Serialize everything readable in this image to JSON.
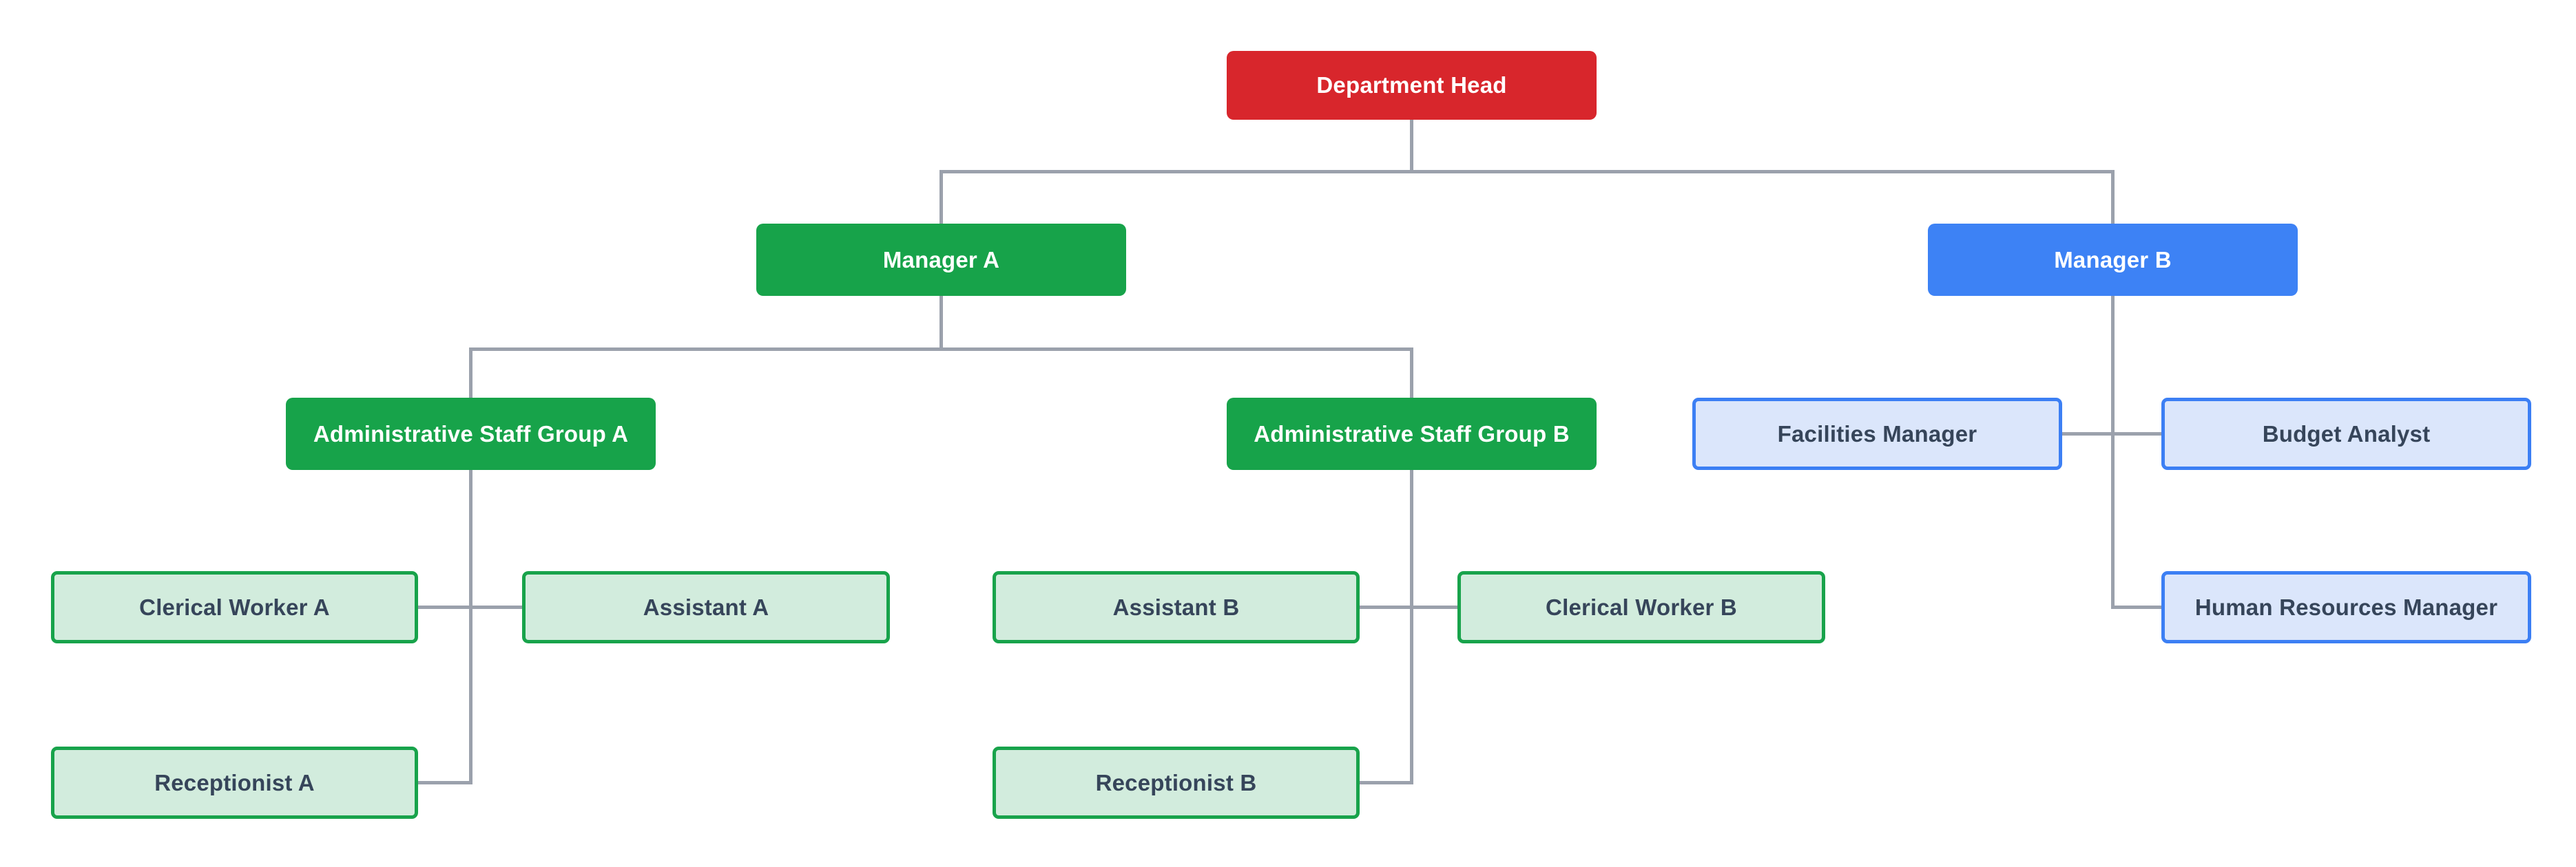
{
  "org_chart": {
    "nodes": [
      {
        "id": "department-head",
        "label": "Department Head",
        "variant": "solid-red"
      },
      {
        "id": "manager-a",
        "label": "Manager A",
        "variant": "solid-green"
      },
      {
        "id": "manager-b",
        "label": "Manager B",
        "variant": "solid-blue"
      },
      {
        "id": "admin-staff-group-a",
        "label": "Administrative Staff Group A",
        "variant": "solid-green"
      },
      {
        "id": "admin-staff-group-b",
        "label": "Administrative Staff Group B",
        "variant": "solid-green"
      },
      {
        "id": "facilities-manager",
        "label": "Facilities Manager",
        "variant": "light-blue"
      },
      {
        "id": "budget-analyst",
        "label": "Budget Analyst",
        "variant": "light-blue"
      },
      {
        "id": "clerical-worker-a",
        "label": "Clerical Worker A",
        "variant": "light-green"
      },
      {
        "id": "assistant-a",
        "label": "Assistant A",
        "variant": "light-green"
      },
      {
        "id": "assistant-b",
        "label": "Assistant B",
        "variant": "light-green"
      },
      {
        "id": "clerical-worker-b",
        "label": "Clerical Worker B",
        "variant": "light-green"
      },
      {
        "id": "human-resources-manager",
        "label": "Human Resources Manager",
        "variant": "light-blue"
      },
      {
        "id": "receptionist-a",
        "label": "Receptionist A",
        "variant": "light-green"
      },
      {
        "id": "receptionist-b",
        "label": "Receptionist B",
        "variant": "light-green"
      }
    ],
    "edges": [
      {
        "from": "department-head",
        "to": "manager-a"
      },
      {
        "from": "department-head",
        "to": "manager-b"
      },
      {
        "from": "manager-a",
        "to": "admin-staff-group-a"
      },
      {
        "from": "manager-a",
        "to": "admin-staff-group-b"
      },
      {
        "from": "admin-staff-group-a",
        "to": "clerical-worker-a"
      },
      {
        "from": "admin-staff-group-a",
        "to": "assistant-a"
      },
      {
        "from": "admin-staff-group-a",
        "to": "receptionist-a"
      },
      {
        "from": "admin-staff-group-b",
        "to": "assistant-b"
      },
      {
        "from": "admin-staff-group-b",
        "to": "clerical-worker-b"
      },
      {
        "from": "admin-staff-group-b",
        "to": "receptionist-b"
      },
      {
        "from": "manager-b",
        "to": "facilities-manager"
      },
      {
        "from": "manager-b",
        "to": "budget-analyst"
      },
      {
        "from": "manager-b",
        "to": "human-resources-manager"
      }
    ],
    "colors": {
      "red": "#d8262c",
      "green": "#17a34a",
      "blue": "#3d82f5",
      "light-green-fill": "#d2ecdd",
      "light-green-border": "#18a34b",
      "light-blue-fill": "#dbe6fb",
      "light-blue-border": "#3c7ff4",
      "text-dark": "#36455a",
      "text-light": "#ffffff",
      "connector": "#9ba1ac",
      "background": "#ffffff"
    }
  }
}
